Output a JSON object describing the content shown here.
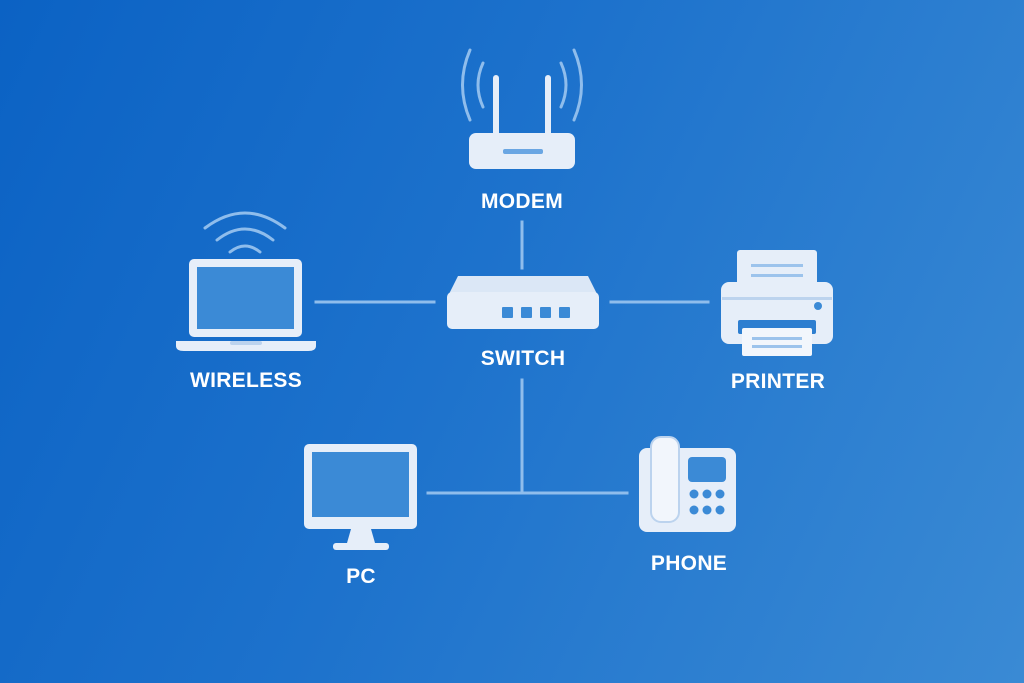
{
  "colors": {
    "background_start": "#0b62c4",
    "background_end": "#3a8ad4",
    "device_fill": "#e6eef9",
    "screen_fill": "#3b8ad6",
    "wire": "#8fbdec",
    "label": "#ffffff"
  },
  "nodes": {
    "modem": {
      "label": "MODEM",
      "icon": "router-icon"
    },
    "switch": {
      "label": "SWITCH",
      "icon": "network-switch-icon"
    },
    "wireless": {
      "label": "WIRELESS",
      "icon": "wireless-laptop-icon"
    },
    "printer": {
      "label": "PRINTER",
      "icon": "printer-icon"
    },
    "pc": {
      "label": "PC",
      "icon": "desktop-monitor-icon"
    },
    "phone": {
      "label": "PHONE",
      "icon": "desk-phone-icon"
    }
  },
  "connections": [
    {
      "from": "switch",
      "to": "modem"
    },
    {
      "from": "switch",
      "to": "wireless"
    },
    {
      "from": "switch",
      "to": "printer"
    },
    {
      "from": "switch",
      "to": "pc"
    },
    {
      "from": "switch",
      "to": "phone"
    }
  ]
}
